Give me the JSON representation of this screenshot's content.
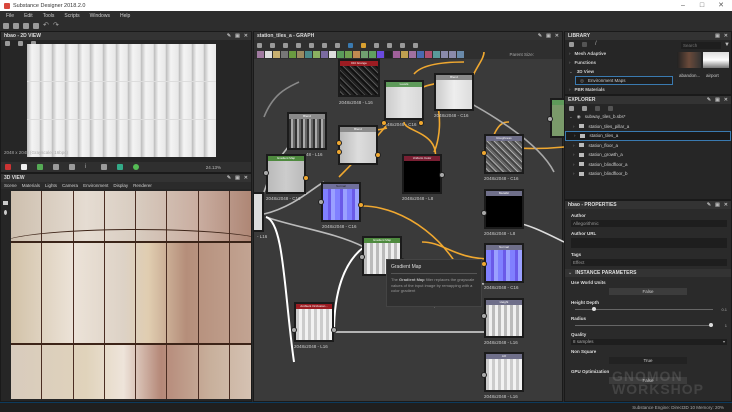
{
  "window": {
    "title": "Substance Designer 2018.2.0",
    "controls": [
      "–",
      "□",
      "✕"
    ]
  },
  "menu": [
    "File",
    "Edit",
    "Tools",
    "Scripts",
    "Windows",
    "Help"
  ],
  "view2d": {
    "title": "hbao - 2D VIEW",
    "info": "2048 x 2048 (Grayscale, 16bpc)",
    "zoom": "24.13%"
  },
  "view3d": {
    "title": "3D VIEW",
    "menu": [
      "Scene",
      "Materials",
      "Lights",
      "Camera",
      "Environment",
      "Display",
      "Renderer"
    ]
  },
  "graph": {
    "title": "station_tiles_a - GRAPH",
    "parent_size": "Parent Size:",
    "nodes": [
      {
        "id": "dirt",
        "title": "Dirt Grunge",
        "label": "2048x2048 - L16",
        "color": "#9b1c22"
      },
      {
        "id": "levels",
        "title": "Levels",
        "label": "2048x2048 - C16",
        "color": "#5e9a5a"
      },
      {
        "id": "blend1",
        "title": "Blend",
        "label": "2048x2048 - C16",
        "color": "#8a8a8a"
      },
      {
        "id": "blend2",
        "title": "Blend",
        "label": "48 - L16",
        "color": "#8a8a8a"
      },
      {
        "id": "blend3",
        "title": "Blend",
        "label": "",
        "color": "#8a8a8a"
      },
      {
        "id": "gradmap1",
        "title": "Gradient Map",
        "label": "2048x2048 - C16",
        "color": "#4e8a3e"
      },
      {
        "id": "uniform",
        "title": "Uniform Color",
        "label": "2048x2048 - L8",
        "color": "#7a1f33"
      },
      {
        "id": "normal1",
        "title": "Normal",
        "label": "2048x2048 - C16",
        "color": "#6f6f9a"
      },
      {
        "id": "gradmap2",
        "title": "Gradient Map",
        "label": "2048x20...",
        "color": "#4e8a3e"
      },
      {
        "id": "ao",
        "title": "Ambient Occlusion...",
        "label": "2048x2048 - L16",
        "color": "#9b1c22"
      },
      {
        "id": "roughness",
        "title": "Roughness",
        "label": "2048x2048 - C16",
        "color": "#6f6f8a"
      },
      {
        "id": "metallic",
        "title": "Metallic",
        "label": "2048x2048 - L8",
        "color": "#6f6f8a"
      },
      {
        "id": "normal2",
        "title": "Normal",
        "label": "2048x2048 - C16",
        "color": "#6f6f8a"
      },
      {
        "id": "height",
        "title": "Height",
        "label": "2048x2048 - L16",
        "color": "#6f6f8a"
      },
      {
        "id": "ao_out",
        "title": "AO",
        "label": "2048x2048 - L16",
        "color": "#6f6f8a"
      }
    ],
    "left_labels": [
      "- L16",
      "- L16"
    ],
    "tooltip": {
      "title": "Gradient Map",
      "desc_prefix": "The",
      "desc_bold": "Gradient Map",
      "desc": "filter replaces the grayscale values of the input image by remapping with a color gradient"
    }
  },
  "library": {
    "title": "LIBRARY",
    "search_placeholder": "Search",
    "items": [
      {
        "label": "Mesh Adaptive",
        "expanded": false
      },
      {
        "label": "Functions",
        "expanded": false
      },
      {
        "label": "3D View",
        "expanded": true
      },
      {
        "label": "Environment Maps",
        "child": true,
        "selected": true
      },
      {
        "label": "PBR Materials",
        "expanded": false
      }
    ],
    "thumbs": [
      "abandon...",
      "airport"
    ]
  },
  "explorer": {
    "title": "EXPLORER",
    "package": "subway_tiles_b.sbs*",
    "items": [
      "station_tiles_pillar_a",
      "station_tiles_a",
      "station_floor_a",
      "station_growth_a",
      "station_blindfloor_a",
      "station_blindfloor_b"
    ],
    "selected_index": 1
  },
  "properties": {
    "title": "hbao - PROPERTIES",
    "author_label": "Author",
    "author": "Allegorithmic",
    "author_url_label": "Author URL",
    "author_url": "",
    "tags_label": "Tags",
    "tags": "Effect",
    "section": "INSTANCE PARAMETERS",
    "use_world_units_label": "Use World Units",
    "use_world_units": "False",
    "height_depth_label": "Height Depth",
    "height_depth": "0.1",
    "radius_label": "Radius",
    "radius": "1",
    "quality_label": "Quality",
    "quality": "8 samples",
    "non_square_label": "Non Square",
    "non_square": "True",
    "gpu_opt_label": "GPU Optimization",
    "gpu_opt": "False"
  },
  "status": {
    "text": "Substance Engine: Direct3D 10   Memory: 20%"
  },
  "watermark": {
    "line1": "GNOMON",
    "line2": "WORKSHOP"
  }
}
